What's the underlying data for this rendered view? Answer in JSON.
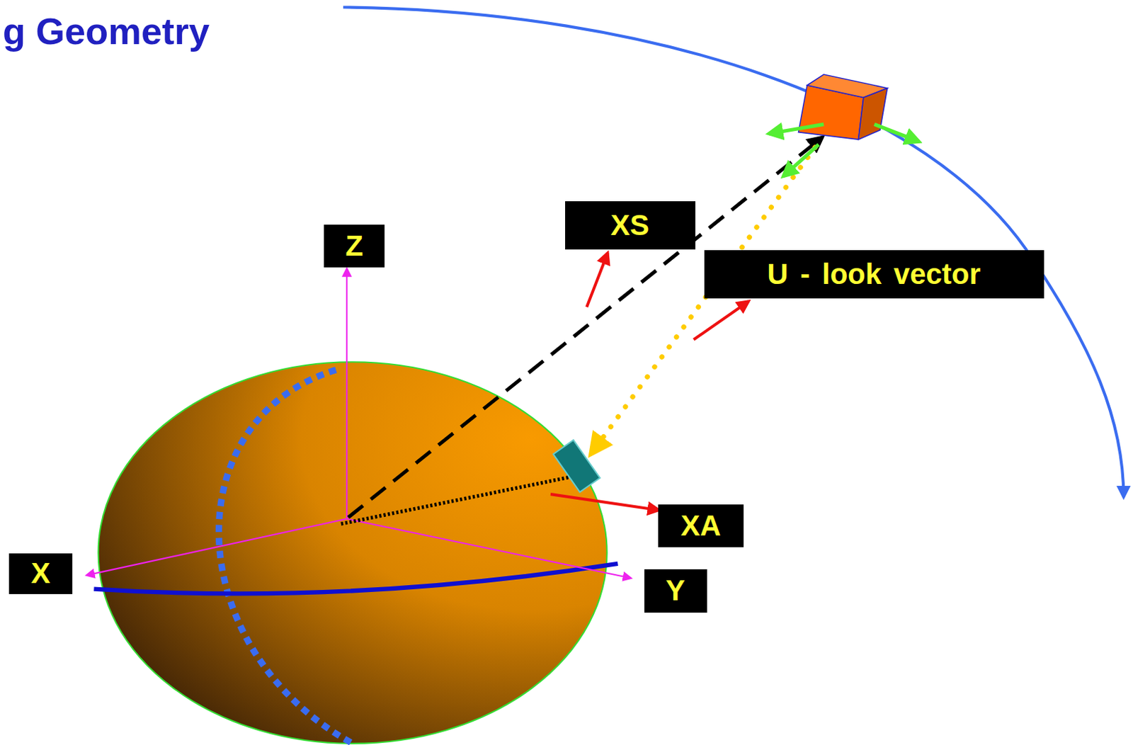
{
  "diagram": {
    "title": "g Geometry",
    "nodes": [
      {
        "text": [
          "XS"
        ]
      },
      {
        "text": [
          "Z"
        ]
      },
      {
        "text": [
          "U - look  vector"
        ]
      },
      {
        "text": [
          "XA"
        ]
      },
      {
        "text": [
          "X"
        ]
      },
      {
        "text": [
          "Y"
        ]
      }
    ]
  }
}
